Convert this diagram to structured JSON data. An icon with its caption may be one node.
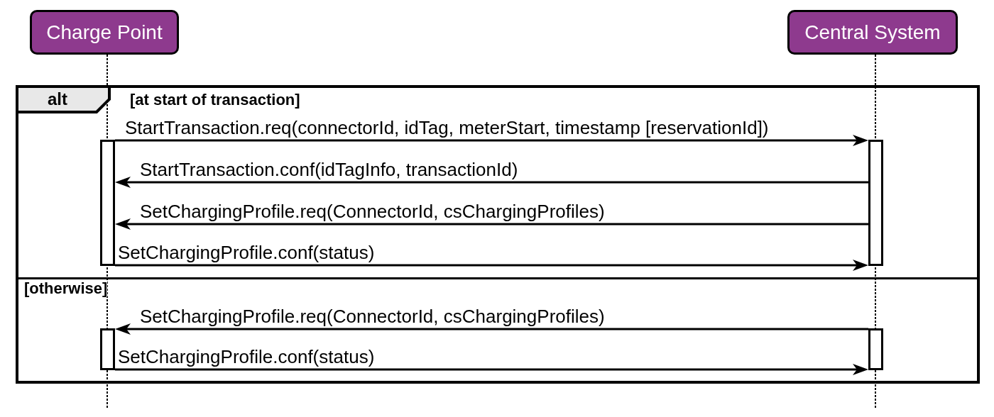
{
  "diagram": {
    "nodes": [
      {
        "text": [
          "Charge Point"
        ]
      },
      {
        "text": [
          "Central System"
        ]
      },
      {
        "text": [
          "alt",
          "[at start of transaction]",
          "[otherwise]"
        ]
      },
      {
        "text": [],
        "shape": "bar",
        "in": 2
      },
      {
        "text": [],
        "shape": "bar",
        "in": 2
      },
      {
        "text": [],
        "shape": "bar",
        "in": 2
      },
      {
        "text": [],
        "shape": "bar",
        "in": 2
      }
    ],
    "edges": [
      {
        "from": 3,
        "to": 4,
        "arrow": "to",
        "label": "StartTransaction.req(connectorId, idTag, meterStart, timestamp [reservationId])"
      },
      {
        "from": 4,
        "to": 3,
        "arrow": "to",
        "label": "StartTransaction.conf(idTagInfo, transactionId)"
      },
      {
        "from": 4,
        "to": 3,
        "arrow": "to",
        "label": "SetChargingProfile.req(ConnectorId, csChargingProfiles)"
      },
      {
        "from": 3,
        "to": 4,
        "arrow": "to",
        "label": "SetChargingProfile.conf(status)"
      },
      {
        "from": 6,
        "to": 5,
        "arrow": "to",
        "label": "SetChargingProfile.req(ConnectorId, csChargingProfiles)"
      },
      {
        "from": 5,
        "to": 6,
        "arrow": "to",
        "label": "SetChargingProfile.conf(status)"
      }
    ]
  }
}
